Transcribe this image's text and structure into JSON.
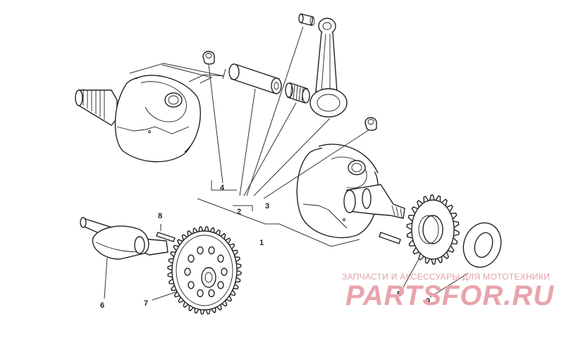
{
  "diagram": {
    "labels": {
      "l1": "1",
      "l2": "2",
      "l3": "3",
      "l4": "4",
      "l5": "5",
      "l6": "6",
      "l7": "7",
      "l8": "8",
      "l9": "9"
    }
  },
  "watermark": {
    "tagline": "ЗАПЧАСТИ И АКСЕССУАРЫ ДЛЯ МОТОТЕХНИКИ",
    "logo": "PARTSFOR.RU"
  },
  "colors": {
    "line": "#222222",
    "watermark": "#e8a4ac"
  }
}
